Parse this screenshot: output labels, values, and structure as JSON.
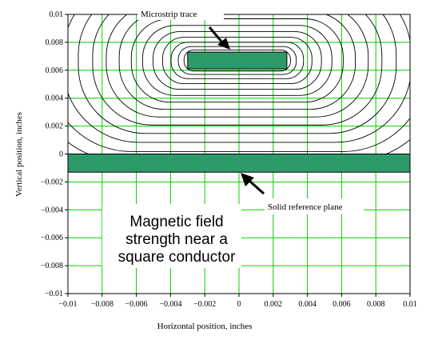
{
  "chart_data": {
    "type": "contour",
    "xlabel": "Horizontal position, inches",
    "ylabel": "Vertical position, inches",
    "xlim": [
      -0.01,
      0.01
    ],
    "ylim": [
      -0.01,
      0.01
    ],
    "x_ticks": [
      -0.01,
      -0.008,
      -0.006,
      -0.004,
      -0.002,
      0,
      0.002,
      0.004,
      0.006,
      0.008,
      0.01
    ],
    "y_ticks": [
      -0.01,
      -0.008,
      -0.006,
      -0.004,
      -0.002,
      0,
      0.002,
      0.004,
      0.006,
      0.008,
      0.01
    ],
    "x_tick_labels": [
      "−0.01",
      "−0.008",
      "−0.006",
      "−0.004",
      "−0.002",
      "0",
      "0.002",
      "0.004",
      "0.006",
      "0.008",
      "0.01"
    ],
    "y_tick_labels": [
      "−0.01",
      "−0.008",
      "−0.006",
      "−0.004",
      "−0.002",
      "0",
      "0.002",
      "0.004",
      "0.006",
      "0.008",
      "0.01"
    ],
    "grid": true,
    "trace": {
      "x_range": [
        -0.003,
        0.0028
      ],
      "y_range": [
        0.0061,
        0.0073
      ]
    },
    "reference_plane": {
      "x_range": [
        -0.01,
        0.01
      ],
      "y_range": [
        -0.0013,
        0
      ]
    },
    "contour_count": 22,
    "annotations": {
      "trace_label": "Microstrip trace",
      "plane_label": "Solid reference plane",
      "caption_lines": [
        "Magnetic field",
        "strength near a",
        "square conductor"
      ]
    },
    "colors": {
      "grid": "#00d000",
      "fill": "#2e9a6a",
      "line": "#000000"
    }
  }
}
